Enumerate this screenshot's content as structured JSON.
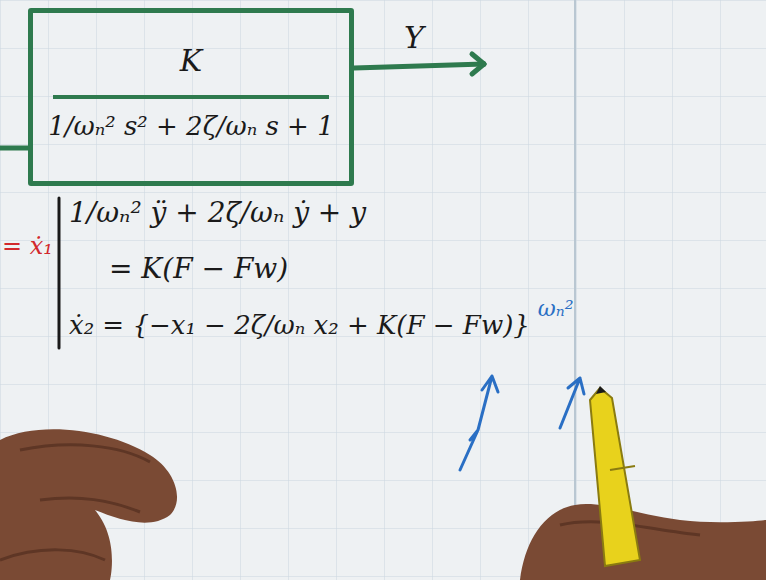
{
  "diagram": {
    "nodes": [
      {
        "text": [
          "K",
          "1/ωₙ² s² + 2ζ/ωₙ s + 1"
        ]
      }
    ],
    "labels": [
      "Y",
      "= ẋ₁",
      "1/ωₙ² ÿ + 2ζ/ωₙ ẏ + y",
      "= K(F − Fw)",
      "ẋ₂ = {−x₁ − 2ζ/ωₙ x₂ + K(F − Fw)}",
      "ωₙ²"
    ]
  }
}
